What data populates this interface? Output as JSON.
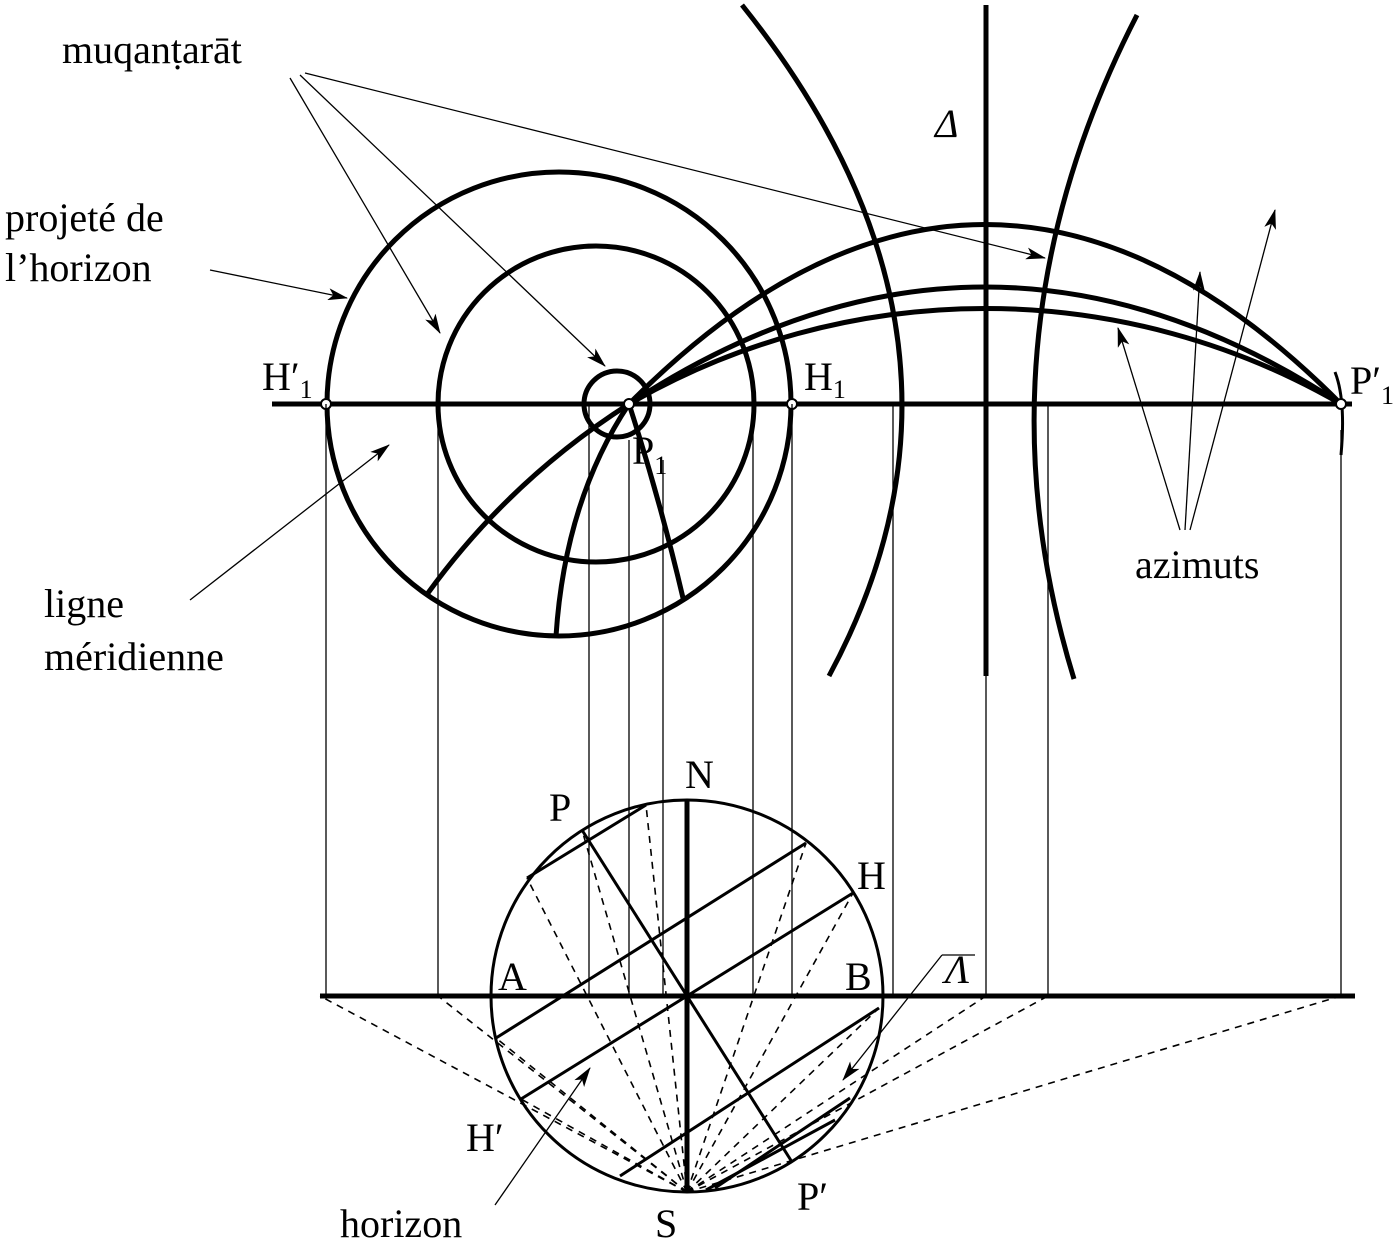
{
  "labels": {
    "muqantarat": "muqanṭarāt",
    "projete_line1": "projeté de",
    "projete_line2": "l’horizon",
    "ligne_line1": "ligne",
    "ligne_line2": "méridienne",
    "azimuts": "azimuts",
    "horizon": "horizon",
    "delta": "Δ",
    "lambda": "Λ",
    "H1p": "H′",
    "H1p_sub": "1",
    "H1": "H",
    "H1_sub": "1",
    "P1": "P",
    "P1_sub": "1",
    "P1p": "P′",
    "P1p_sub": "1",
    "N": "N",
    "P": "P",
    "H": "H",
    "A": "A",
    "B": "B",
    "Hp": "H′",
    "S": "S",
    "Pp": "P′"
  },
  "colors": {
    "ink": "#000000",
    "background": "#ffffff"
  }
}
